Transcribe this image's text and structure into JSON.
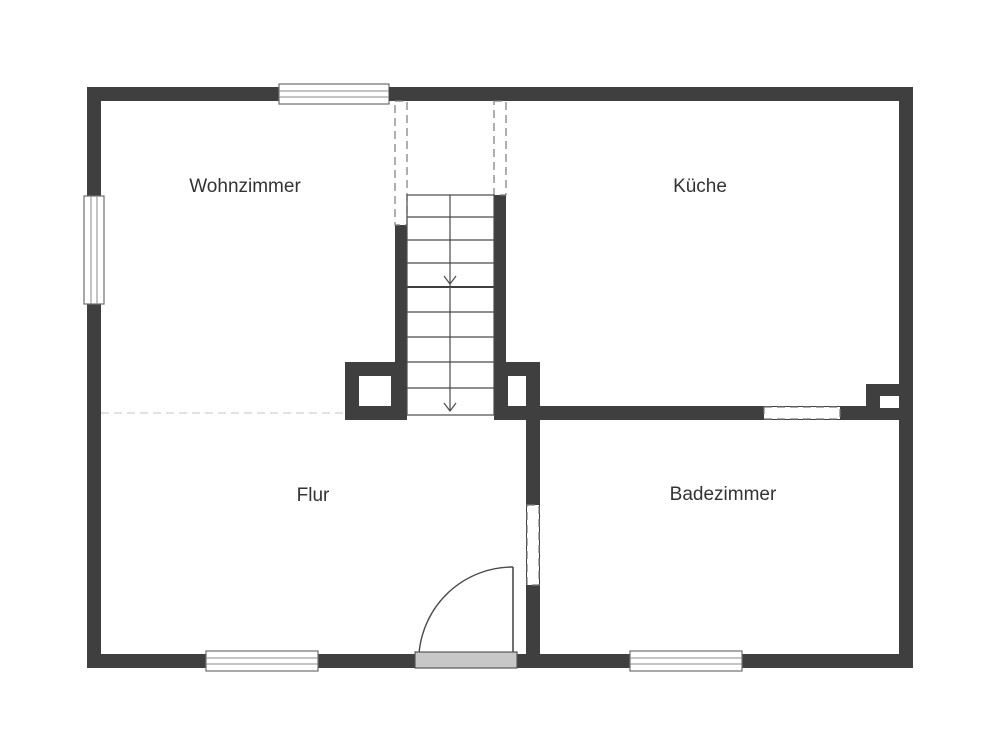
{
  "rooms": {
    "living": "Wohnzimmer",
    "kitchen": "Küche",
    "hall": "Flur",
    "bath": "Badezimmer"
  },
  "colors": {
    "wall": "#3f3f3f",
    "background": "#ffffff",
    "door_threshold": "#c7c7c7"
  }
}
